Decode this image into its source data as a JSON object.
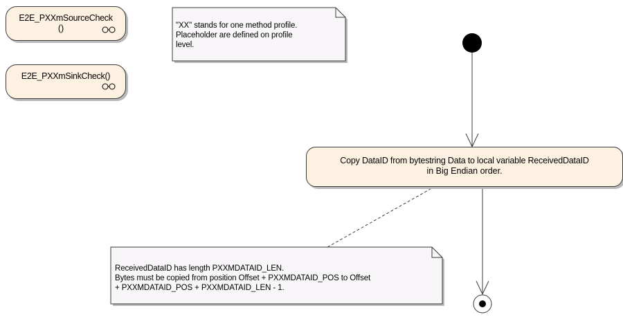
{
  "actions": {
    "source_check": {
      "line1": "E2E_PXXmSourceCheck",
      "line2": "()"
    },
    "sink_check": {
      "label": "E2E_PXXmSinkCheck()"
    },
    "copy_dataid": {
      "line1": "Copy DataID from bytestring Data to local variable ReceivedDataID",
      "line2": "in Big Endian order."
    }
  },
  "notes": {
    "profile_note": {
      "lines": [
        "\"XX\" stands for one method profile.",
        "Placeholder are defined on profile",
        "level."
      ]
    },
    "dataid_note": {
      "lines": [
        "ReceivedDataID has length PXXMDATAID_LEN.",
        "Bytes must be copied from position Offset + PXXMDATAID_POS to Offset",
        "+ PXXMDATAID_POS + PXXMDATAID_LEN - 1."
      ]
    }
  },
  "icons": {
    "subactivity_link": "rake-icon",
    "initial": "initial-node-icon",
    "final": "final-node-icon"
  },
  "colors": {
    "action_fill": "#fdf1e1",
    "note_fill": "#f8f6f8",
    "stroke": "#3a3a3a",
    "shadow": "#b9b9b9"
  }
}
